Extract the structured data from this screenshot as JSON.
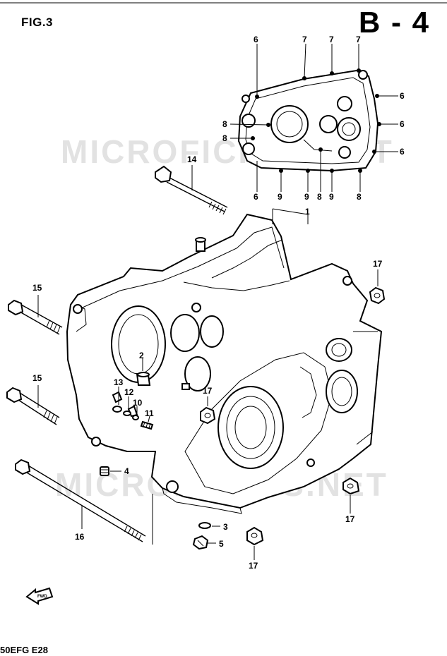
{
  "figure_label": "FIG.3",
  "sheet_id": "B - 4",
  "footer_code": "50EFG E28",
  "watermark_text": "MICROFICHES.NET",
  "front_arrow_text": "FWD",
  "callouts": {
    "c6a": "6",
    "c7a": "7",
    "c7b": "7",
    "c7c": "7",
    "c6b": "6",
    "c6c": "6",
    "c6d": "6",
    "c8a": "8",
    "c8b": "8",
    "c6e": "6",
    "c9a": "9",
    "c9b": "9",
    "c8c": "8",
    "c9c": "9",
    "c8d": "8",
    "c14": "14",
    "c1": "1",
    "c17a": "17",
    "c15a": "15",
    "c2": "2",
    "c13": "13",
    "c12": "12",
    "c10": "10",
    "c11": "11",
    "c15b": "15",
    "c17b": "17",
    "c4": "4",
    "c16": "16",
    "c3": "3",
    "c5": "5",
    "c17c": "17",
    "c17d": "17"
  }
}
